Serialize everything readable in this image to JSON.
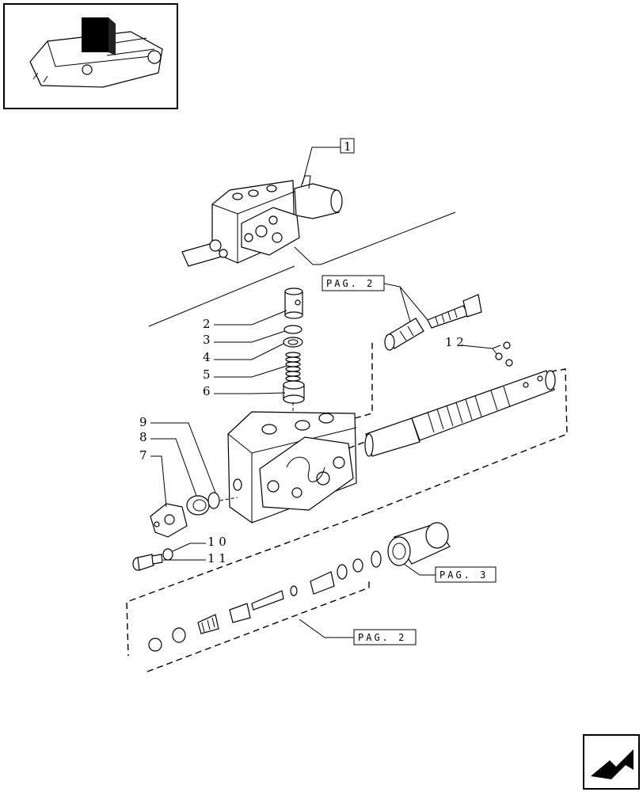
{
  "callouts": {
    "c1": "1",
    "c2": "2",
    "c3": "3",
    "c4": "4",
    "c5": "5",
    "c6": "6",
    "c7": "7",
    "c8": "8",
    "c9": "9",
    "c10": "1 0",
    "c11": "1 1",
    "c12": "1 2"
  },
  "page_refs": {
    "top": "PAG. 2",
    "right": "PAG. 3",
    "bottom": "PAG. 2"
  }
}
